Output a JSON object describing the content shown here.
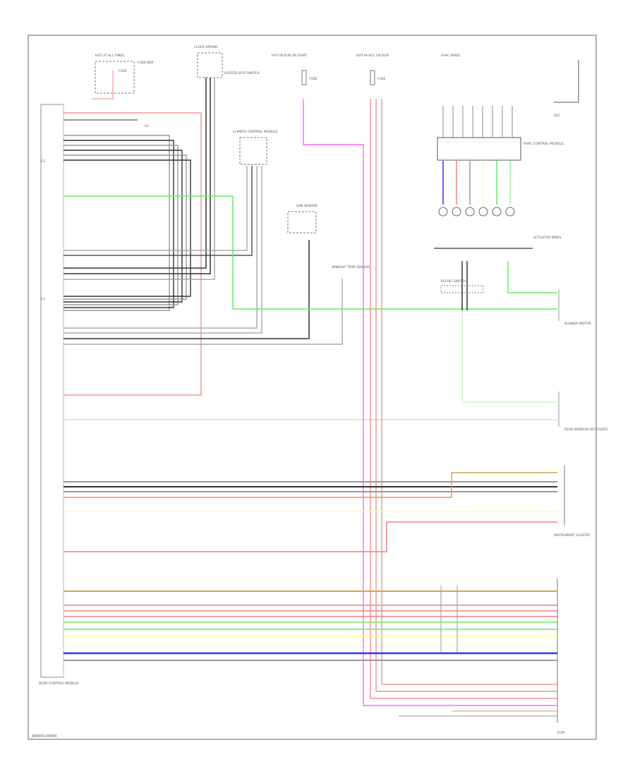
{
  "diagram": {
    "footer_code": "W0000-00000",
    "wire_colors": {
      "red": "#f08080",
      "pink": "#ff66ff",
      "green": "#66ee66",
      "light_green": "#aaf0aa",
      "orange": "#d9a050",
      "yellow": "#ffff99",
      "blue": "#3333ff",
      "black": "#333333",
      "gray": "#999999"
    },
    "components": {
      "hot_at_all_times": "HOT AT ALL TIMES",
      "hot_in_run_start": "HOT IN RUN OR START",
      "hot_in_acc_run": "HOT IN ACC OR RUN",
      "fuse_box_left": "FUSE BOX",
      "fuse_left": "FUSE",
      "fuse_mid": "FUSE",
      "fuse_right": "FUSE",
      "clock_spring": "CLOCK SPRING",
      "climate_control_module": "CLIMATE CONTROL MODULE",
      "heated_seat_sw": "HEATED SEAT SWITCH",
      "sun_sensor": "SUN SENSOR",
      "ambient_temp_sensor": "AMBIENT TEMP SENSOR",
      "hvac_control_module": "HVAC CONTROL MODULE",
      "hvac_panel": "HVAC PANEL",
      "actuator_panel": "ACTUATOR PANEL",
      "rear_window_defog": "REAR WINDOW DEFOGGER",
      "blower_motor": "BLOWER MOTOR",
      "dlc": "DLC",
      "recirc_switch": "RECIRC SWITCH",
      "instrument_cluster": "INSTRUMENT CLUSTER",
      "body_control_module": "BODY CONTROL MODULE",
      "bottom_right_module": "ECM",
      "right_connector": "C1",
      "left_connector": "C2",
      "ground": "G1"
    }
  }
}
